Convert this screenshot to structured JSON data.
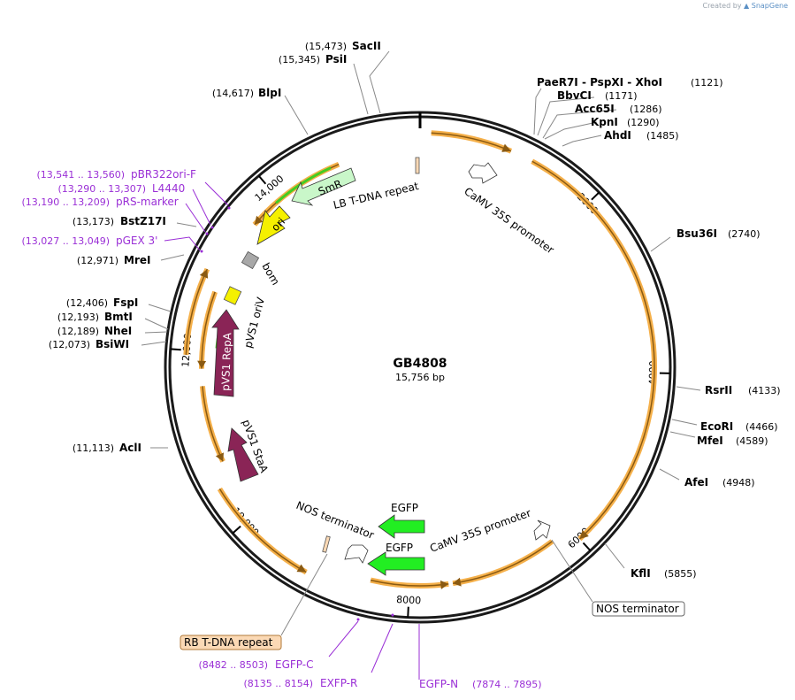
{
  "branding": {
    "created_by": "Created by",
    "product": "SnapGene"
  },
  "plasmid": {
    "name": "GB4808",
    "length_text": "15,756 bp",
    "length": 15756
  },
  "ticks": [
    {
      "pos": 2000,
      "label": "2000"
    },
    {
      "pos": 4000,
      "label": "4000"
    },
    {
      "pos": 6000,
      "label": "6000"
    },
    {
      "pos": 8000,
      "label": "8000"
    },
    {
      "pos": 10000,
      "label": "10,000"
    },
    {
      "pos": 12000,
      "label": "12,000"
    },
    {
      "pos": 14000,
      "label": "14,000"
    }
  ],
  "sites_right": [
    {
      "name": "PaeR7I - PspXI - XhoI",
      "pos_text": "(1121)",
      "pos": 1121
    },
    {
      "name": "BbvCI",
      "pos_text": "(1171)",
      "pos": 1171
    },
    {
      "name": "Acc65I",
      "pos_text": "(1286)",
      "pos": 1286
    },
    {
      "name": "KpnI",
      "pos_text": "(1290)",
      "pos": 1290
    },
    {
      "name": "AhdI",
      "pos_text": "(1485)",
      "pos": 1485
    },
    {
      "name": "Bsu36I",
      "pos_text": "(2740)",
      "pos": 2740
    },
    {
      "name": "RsrII",
      "pos_text": "(4133)",
      "pos": 4133
    },
    {
      "name": "EcoRI",
      "pos_text": "(4466)",
      "pos": 4466
    },
    {
      "name": "MfeI",
      "pos_text": "(4589)",
      "pos": 4589
    },
    {
      "name": "AfeI",
      "pos_text": "(4948)",
      "pos": 4948
    },
    {
      "name": "KflI",
      "pos_text": "(5855)",
      "pos": 5855
    }
  ],
  "sites_left": [
    {
      "name": "SacII",
      "pos_text": "(15,473)",
      "pos": 15473
    },
    {
      "name": "PsiI",
      "pos_text": "(15,345)",
      "pos": 15345
    },
    {
      "name": "BlpI",
      "pos_text": "(14,617)",
      "pos": 14617
    },
    {
      "name": "BstZ17I",
      "pos_text": "(13,173)",
      "pos": 13173
    },
    {
      "name": "MreI",
      "pos_text": "(12,971)",
      "pos": 12971
    },
    {
      "name": "FspI",
      "pos_text": "(12,406)",
      "pos": 12406
    },
    {
      "name": "BmtI",
      "pos_text": "(12,193)",
      "pos": 12193
    },
    {
      "name": "NheI",
      "pos_text": "(12,189)",
      "pos": 12189
    },
    {
      "name": "BsiWI",
      "pos_text": "(12,073)",
      "pos": 12073
    },
    {
      "name": "AclI",
      "pos_text": "(11,113)",
      "pos": 11113
    }
  ],
  "primers_left": [
    {
      "name": "pBR322ori-F",
      "range_text": "(13,541 .. 13,560)",
      "pos": 13550
    },
    {
      "name": "L4440",
      "range_text": "(13,290 .. 13,307)",
      "pos": 13298
    },
    {
      "name": "pRS-marker",
      "range_text": "(13,190 .. 13,209)",
      "pos": 13200
    },
    {
      "name": "pGEX 3'",
      "range_text": "(13,027 .. 13,049)",
      "pos": 13038
    }
  ],
  "primers_bottom": [
    {
      "name": "EGFP-C",
      "range_text": "(8482 .. 8503)",
      "pos": 8492
    },
    {
      "name": "EXFP-R",
      "range_text": "(8135 .. 8154)",
      "pos": 8145
    },
    {
      "name": "EGFP-N",
      "range_text": "(7874 .. 7895)",
      "pos": 7884
    }
  ],
  "features": {
    "lb_repeat": "LB T-DNA repeat",
    "smr": "SmR",
    "ori": "ori",
    "bom": "bom",
    "pvs1_oriv": "pVS1 oriV",
    "pvs1_repa": "pVS1 RepA",
    "pvs1_staa": "pVS1 StaA",
    "camv_top": "CaMV 35S promoter",
    "nos_terminator_inner": "NOS terminator",
    "egfp_1": "EGFP",
    "egfp_2": "EGFP",
    "camv_bottom": "CaMV 35S promoter",
    "nos_terminator_box": "NOS terminator",
    "rb_repeat_box": "RB T-DNA repeat"
  },
  "colors": {
    "enzyme": "#000000",
    "primer": "#9a2fd6",
    "orf": "#f5b04a",
    "orf_arrow": "#8a5a12",
    "smr": "#c9f7c9",
    "pvs1": "#8a2456",
    "ori": "#f5f000",
    "egfp": "#22ee22",
    "bom": "#a8a8a8",
    "rb_box": "#fbd9b5"
  }
}
